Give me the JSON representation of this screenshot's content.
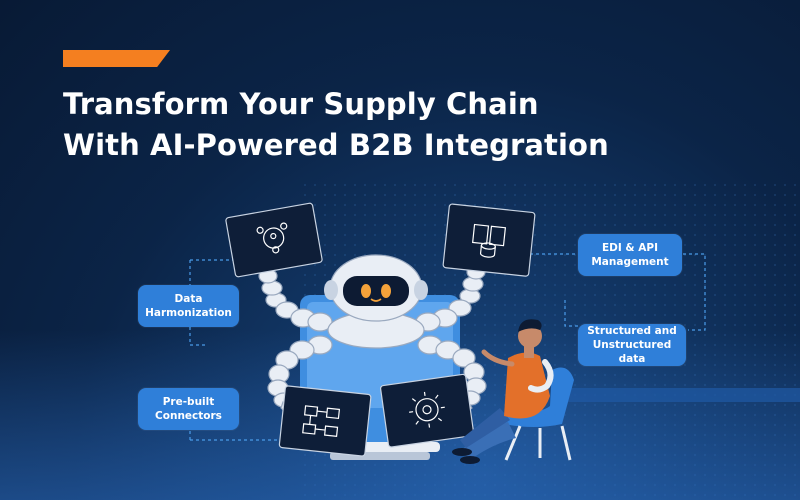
{
  "headline": {
    "line1": "Transform Your Supply Chain",
    "line2": "With AI-Powered B2B Integration"
  },
  "labels": {
    "data_harmonization": [
      "Data",
      "Harmonization"
    ],
    "edi_api": [
      "EDI & API",
      "Management"
    ],
    "structured_data": [
      "Structured and",
      "Unstructured data"
    ],
    "prebuilt_connectors": [
      "Pre-built",
      "Connectors"
    ]
  },
  "colors": {
    "accent": "#f47f20",
    "pill": "#2f7fd9",
    "robot_body": "#e9eef5",
    "visor": "#0d1b33",
    "eyes": "#f4a23a",
    "screen": "#0e1e38",
    "person_shirt": "#e3702a",
    "chair": "#2f7fd9"
  },
  "icons": [
    "robot-illustration",
    "person-illustration",
    "chair-illustration",
    "people-network-icon",
    "document-database-icon",
    "flow-diagram-icon",
    "gear-chip-icon"
  ]
}
